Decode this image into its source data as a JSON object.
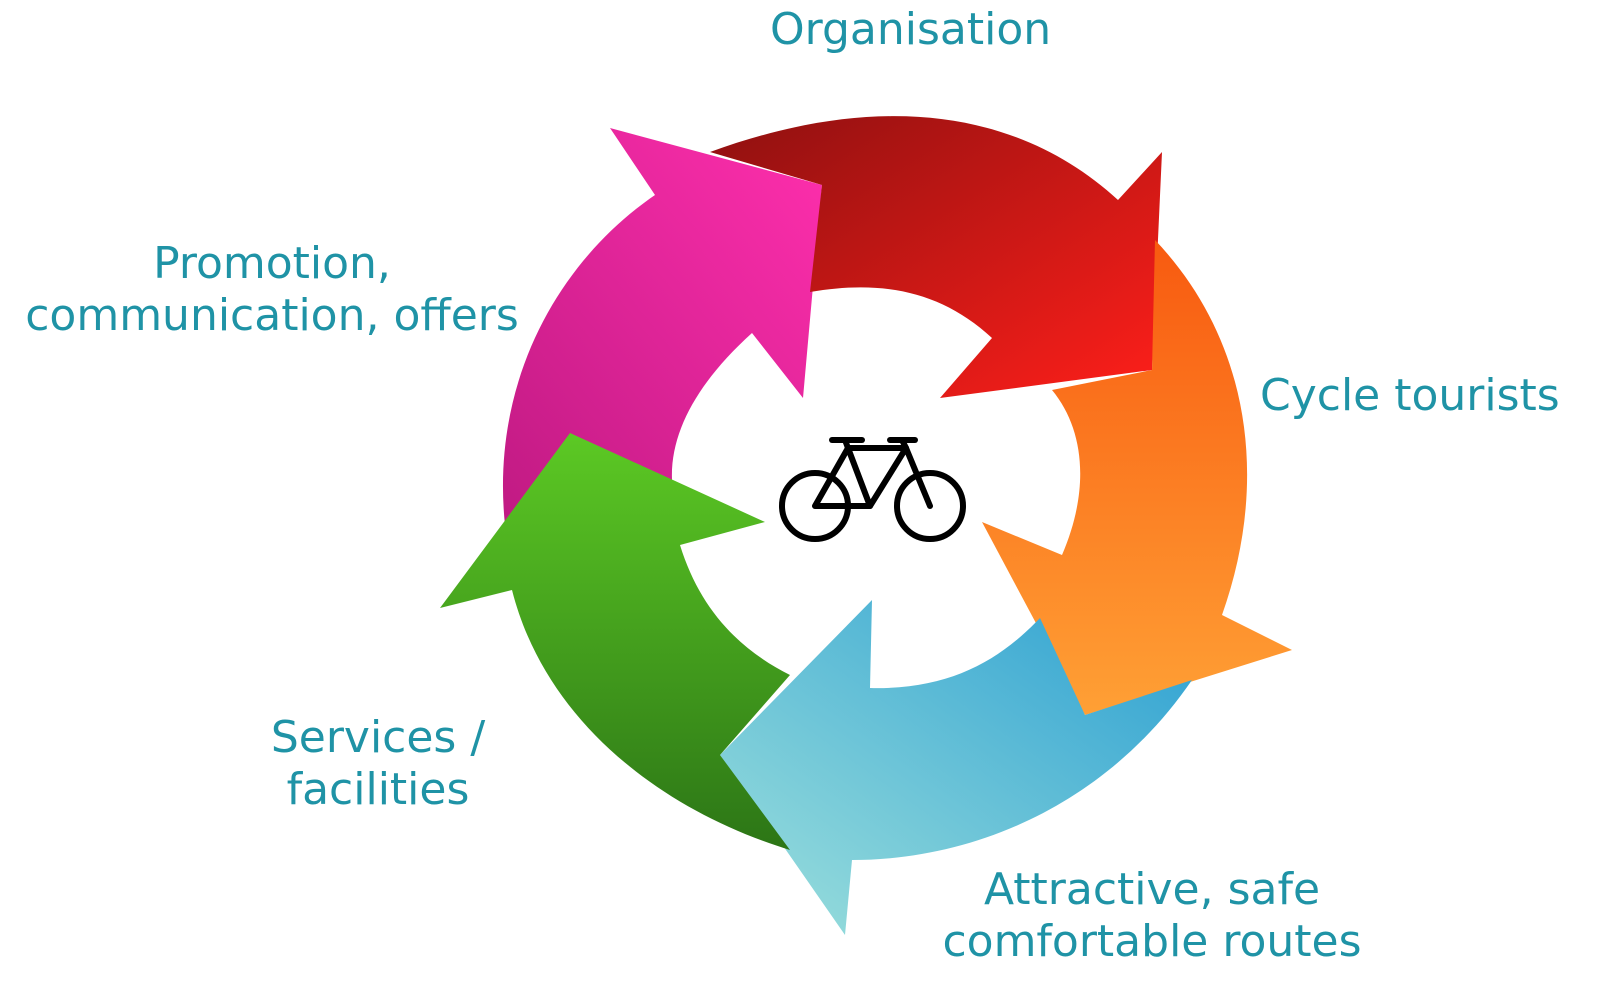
{
  "labels": {
    "top": "Organisation",
    "right": "Cycle tourists",
    "bottom_line1": "Attractive, safe",
    "bottom_line2": "comfortable routes",
    "left_bottom_line1": "Services /",
    "left_bottom_line2": "facilities",
    "left_top_line1": "Promotion,",
    "left_top_line2": "communication, offers"
  },
  "segments": [
    {
      "name": "organisation",
      "color_from": "#8e1010",
      "color_to": "#ff1f1a"
    },
    {
      "name": "cycle-tourists",
      "color_from": "#f85a10",
      "color_to": "#ffa035"
    },
    {
      "name": "routes",
      "color_from": "#2b9fd2",
      "color_to": "#9fe1dc"
    },
    {
      "name": "services",
      "color_from": "#5cc924",
      "color_to": "#2c7516"
    },
    {
      "name": "promotion",
      "color_from": "#ff2fad",
      "color_to": "#c01a83"
    }
  ],
  "center_icon": "bicycle-icon"
}
